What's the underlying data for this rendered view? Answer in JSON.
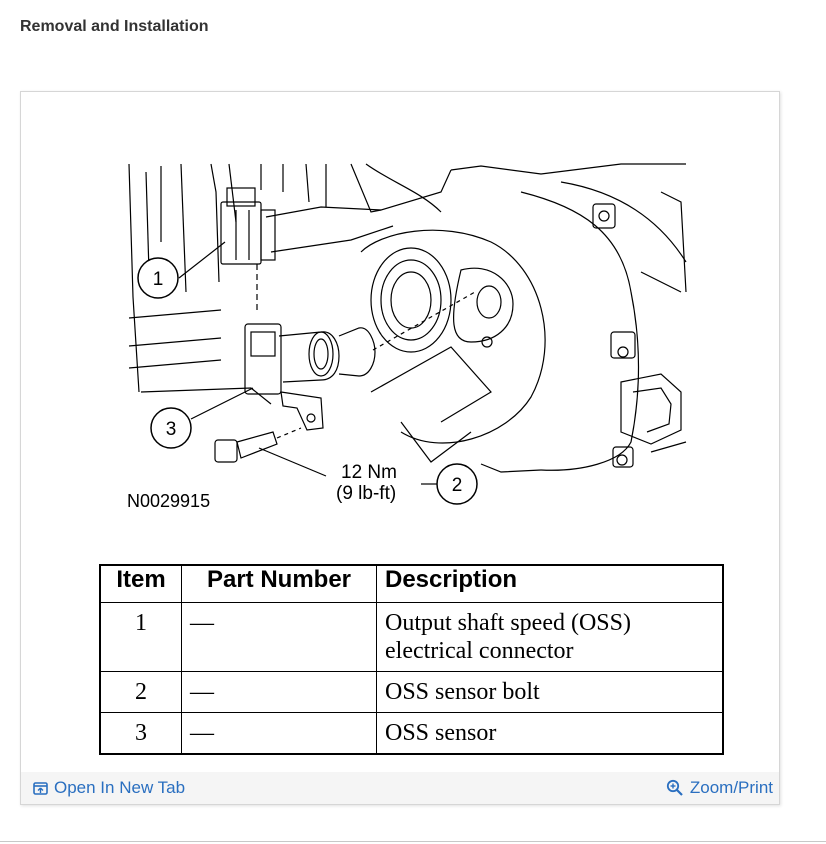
{
  "heading": "Removal and Installation",
  "figure": {
    "id": "N0029915",
    "torque_line1": "12 Nm",
    "torque_line2": "(9 lb-ft)",
    "callouts": [
      "1",
      "2",
      "3"
    ]
  },
  "table": {
    "headers": [
      "Item",
      "Part Number",
      "Description"
    ],
    "rows": [
      {
        "item": "1",
        "part": "—",
        "desc_line1": "Output shaft speed (OSS)",
        "desc_line2": "electrical connector"
      },
      {
        "item": "2",
        "part": "—",
        "desc_line1": "OSS sensor bolt",
        "desc_line2": ""
      },
      {
        "item": "3",
        "part": "—",
        "desc_line1": "OSS sensor",
        "desc_line2": ""
      }
    ]
  },
  "actions": {
    "open_new_tab": "Open In New Tab",
    "zoom_print": "Zoom/Print"
  },
  "colors": {
    "link": "#2a6fc0",
    "footer_bg": "#f5f5f5",
    "heading": "#333333"
  },
  "icons": {
    "open_new_tab": "open-new-tab-icon",
    "zoom": "zoom-in-icon"
  }
}
